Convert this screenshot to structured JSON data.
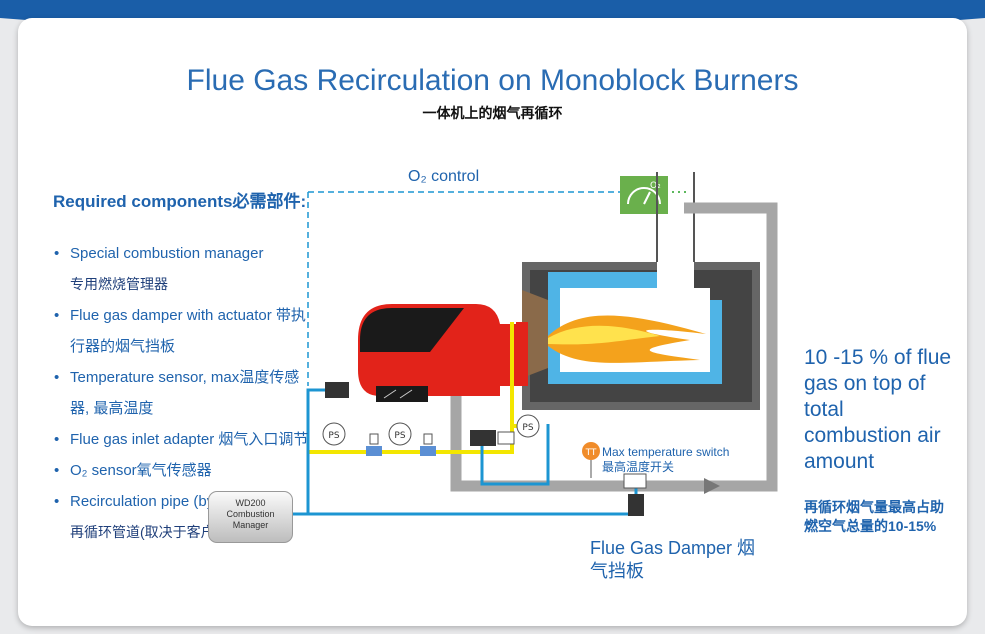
{
  "title": "Flue Gas Recirculation on Monoblock Burners",
  "subtitle": "一体机上的烟气再循环",
  "o2_control": "O₂ control",
  "o2_badge": "O₂",
  "required": {
    "heading": "Required components必需部件:",
    "items": [
      {
        "en": "Special combustion manager",
        "zh": "专用燃烧管理器"
      },
      {
        "en": "Flue gas damper with actuator 带执行器的烟气挡板",
        "zh": ""
      },
      {
        "en": "Temperature sensor, max温度传感器, 最高温度",
        "zh": ""
      },
      {
        "en": "Flue gas inlet adapter 烟气入口调节",
        "zh": ""
      },
      {
        "en": "O₂ sensor氧气传感器",
        "zh": ""
      },
      {
        "en": "Recirculation pipe (by client)",
        "zh": "再循环管道(取决于客户)"
      }
    ]
  },
  "manager_box": {
    "line1": "WD200",
    "line2": "Combustion",
    "line3": "Manager"
  },
  "sensors": {
    "ps": "PS",
    "tt": "TT"
  },
  "max_temp": {
    "en": "Max temperature switch",
    "zh": "最高温度开关"
  },
  "damper_label": "Flue Gas Damper 烟气挡板",
  "right_note": {
    "en": "10 -15 % of flue gas on top of total combustion air amount",
    "zh": "再循环烟气量最高占助燃空气总量的10-15%"
  },
  "colors": {
    "blue": "#1f63ad",
    "pipe_blue": "#1c95d2",
    "yellow": "#f3e600",
    "grey": "#a6a6a6",
    "red": "#e2231a"
  }
}
